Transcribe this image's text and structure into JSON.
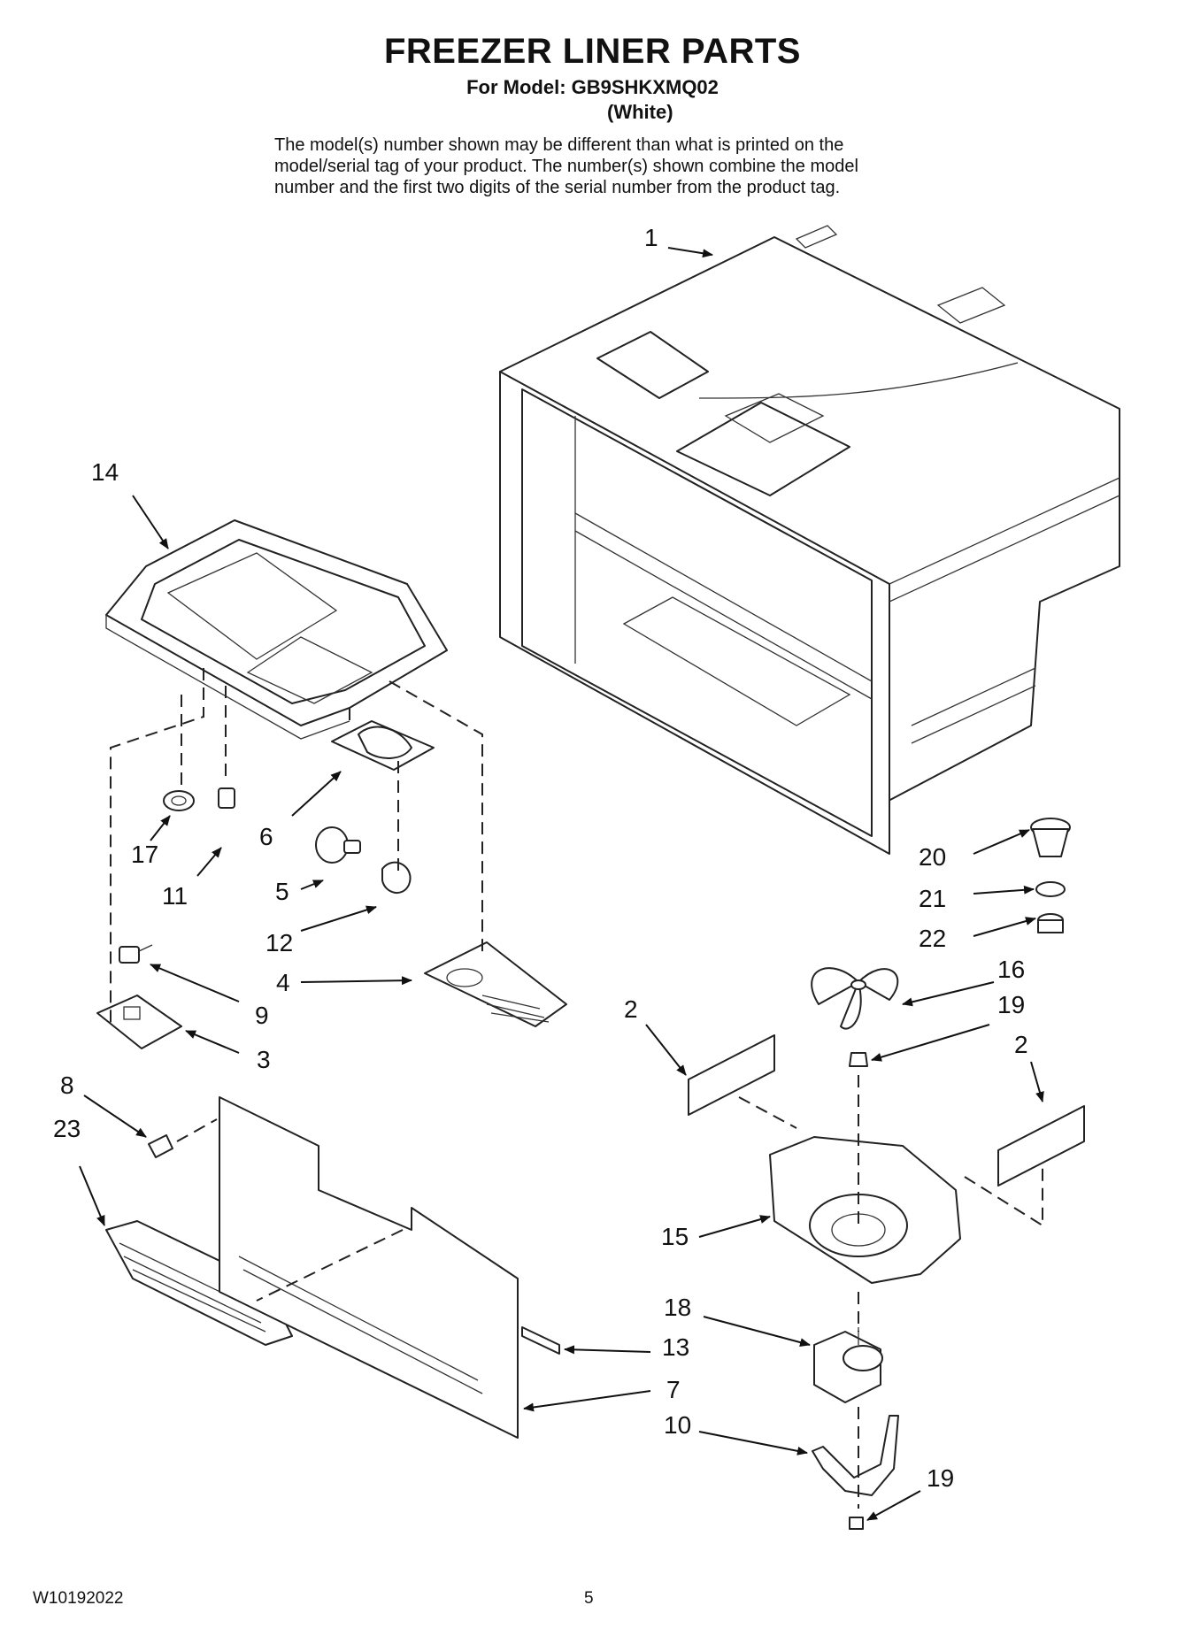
{
  "header": {
    "title": "FREEZER LINER PARTS",
    "model": "For Model: GB9SHKXMQ02",
    "color": "(White)"
  },
  "disclaimer": [
    "The model(s) number shown may be different than what is printed on the",
    "model/serial tag of your product. The number(s) shown combine the model",
    "number and the first two digits of the serial number from the product tag."
  ],
  "callouts": {
    "c1": "1",
    "c14": "14",
    "c17": "17",
    "c11": "11",
    "c6": "6",
    "c5": "5",
    "c12": "12",
    "c4": "4",
    "c9": "9",
    "c3": "3",
    "c8": "8",
    "c23": "23",
    "c2a": "2",
    "c2b": "2",
    "c16": "16",
    "c19a": "19",
    "c20": "20",
    "c21": "21",
    "c22": "22",
    "c15": "15",
    "c18": "18",
    "c13": "13",
    "c7": "7",
    "c10": "10",
    "c19b": "19"
  },
  "footer": {
    "doc_number": "W10192022",
    "page_number": "5"
  }
}
